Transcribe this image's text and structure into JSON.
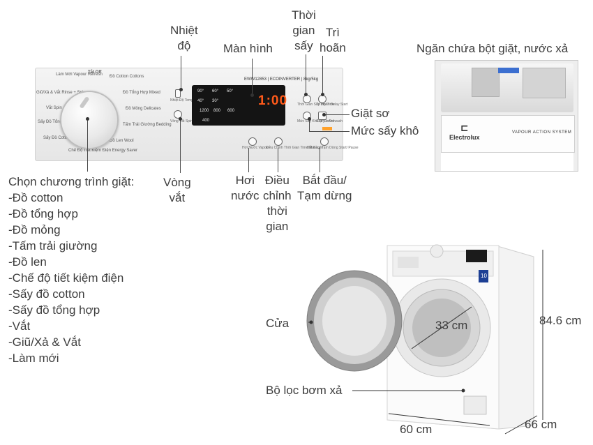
{
  "labels": {
    "nhiet_do": "Nhiệt\nđộ",
    "man_hinh": "Màn hình",
    "thoi_gian_say": "Thời\ngian\nsấy",
    "tri_hoan": "Trì\nhoãn",
    "ngan_chua": "Ngăn chứa bột giặt, nước xả",
    "giat_so": "Giặt sơ",
    "muc_say_kho": "Mức sấy khô",
    "vong_vat": "Vòng\nvắt",
    "hoi_nuoc": "Hơi\nnước",
    "dieu_chinh": "Điều\nchỉnh\nthời\ngian",
    "bat_dau": "Bắt đầu/\nTạm dừng",
    "cua": "Cửa",
    "bo_loc": "Bộ lọc bơm xả",
    "dim_33": "33 cm",
    "dim_846": "84.6 cm",
    "dim_60": "60 cm",
    "dim_66": "66 cm"
  },
  "program_list": {
    "heading": "Chọn chương trình giặt:",
    "items": [
      "-Đồ cotton",
      "-Đồ tổng hợp",
      "-Đồ mỏng",
      "-Tấm trải giường",
      "-Đồ len",
      "-Chế độ tiết kiệm điện",
      "-Sấy đồ cotton",
      "-Sấy đồ tổng hợp",
      "-Vắt",
      "-Giũ/Xả & Vắt",
      "-Làm mới"
    ]
  },
  "panel": {
    "model": "EWW12853 | ECOINVERTER | 8kg/5kg",
    "display_time": "1:00",
    "temps": [
      "90°",
      "60°",
      "50°",
      "40°",
      "30°",
      "1200",
      "800",
      "600",
      "400"
    ],
    "dial": {
      "tat": "Tắt\nOff",
      "do_cotton": "Đồ Cotton\nCottons",
      "do_tong_hop": "Đồ Tổng Hợp\nMixed",
      "do_mong": "Đồ Mỏng\nDelicates",
      "tam_trai": "Tấm Trải Giường\nBedding",
      "do_len": "Đồ Len\nWool",
      "tiet_kiem": "Chế Độ Tiết Kiệm Điện\nEnergy Saver",
      "say_cotton": "Sấy Đồ\nCotton\nDrying Cottons",
      "say_tong_hop": "Sấy Đồ\nTổng Hợp\nDrying Mixed",
      "vat": "Vắt\nSpin",
      "giu_xa": "Giũ/Xả & Vắt\nRinse + Spin",
      "lam_moi": "Làm Mới\nVapour Refresh"
    },
    "btn_nhiet_do": "Nhiệt Độ\nTemp",
    "btn_vong_vat": "Vòng Vắt\nSpin",
    "btn_hoi_nuoc": "Hơi Nước\nVapour",
    "btn_dieu_chinh": "Điều Chỉnh\nThời Gian\nTime Manager",
    "btn_bat_dau": "Bắt Đầu/ Tạm Dừng\nStart/ Pause",
    "btn_thoi_gian_say": "Thời Gian Sấy\nDry Time",
    "btn_tri_hoan": "Trì Hoãn\nDelay Start",
    "btn_muc_say": "Mức Sấy Khô\nDry Level",
    "btn_giat_so": "Giặt Sơ\nPrewash"
  },
  "drawer": {
    "brand": "Electrolux",
    "series": "VAPOUR ACTION SYSTEM"
  },
  "washer": {
    "brand_badge": "10"
  }
}
